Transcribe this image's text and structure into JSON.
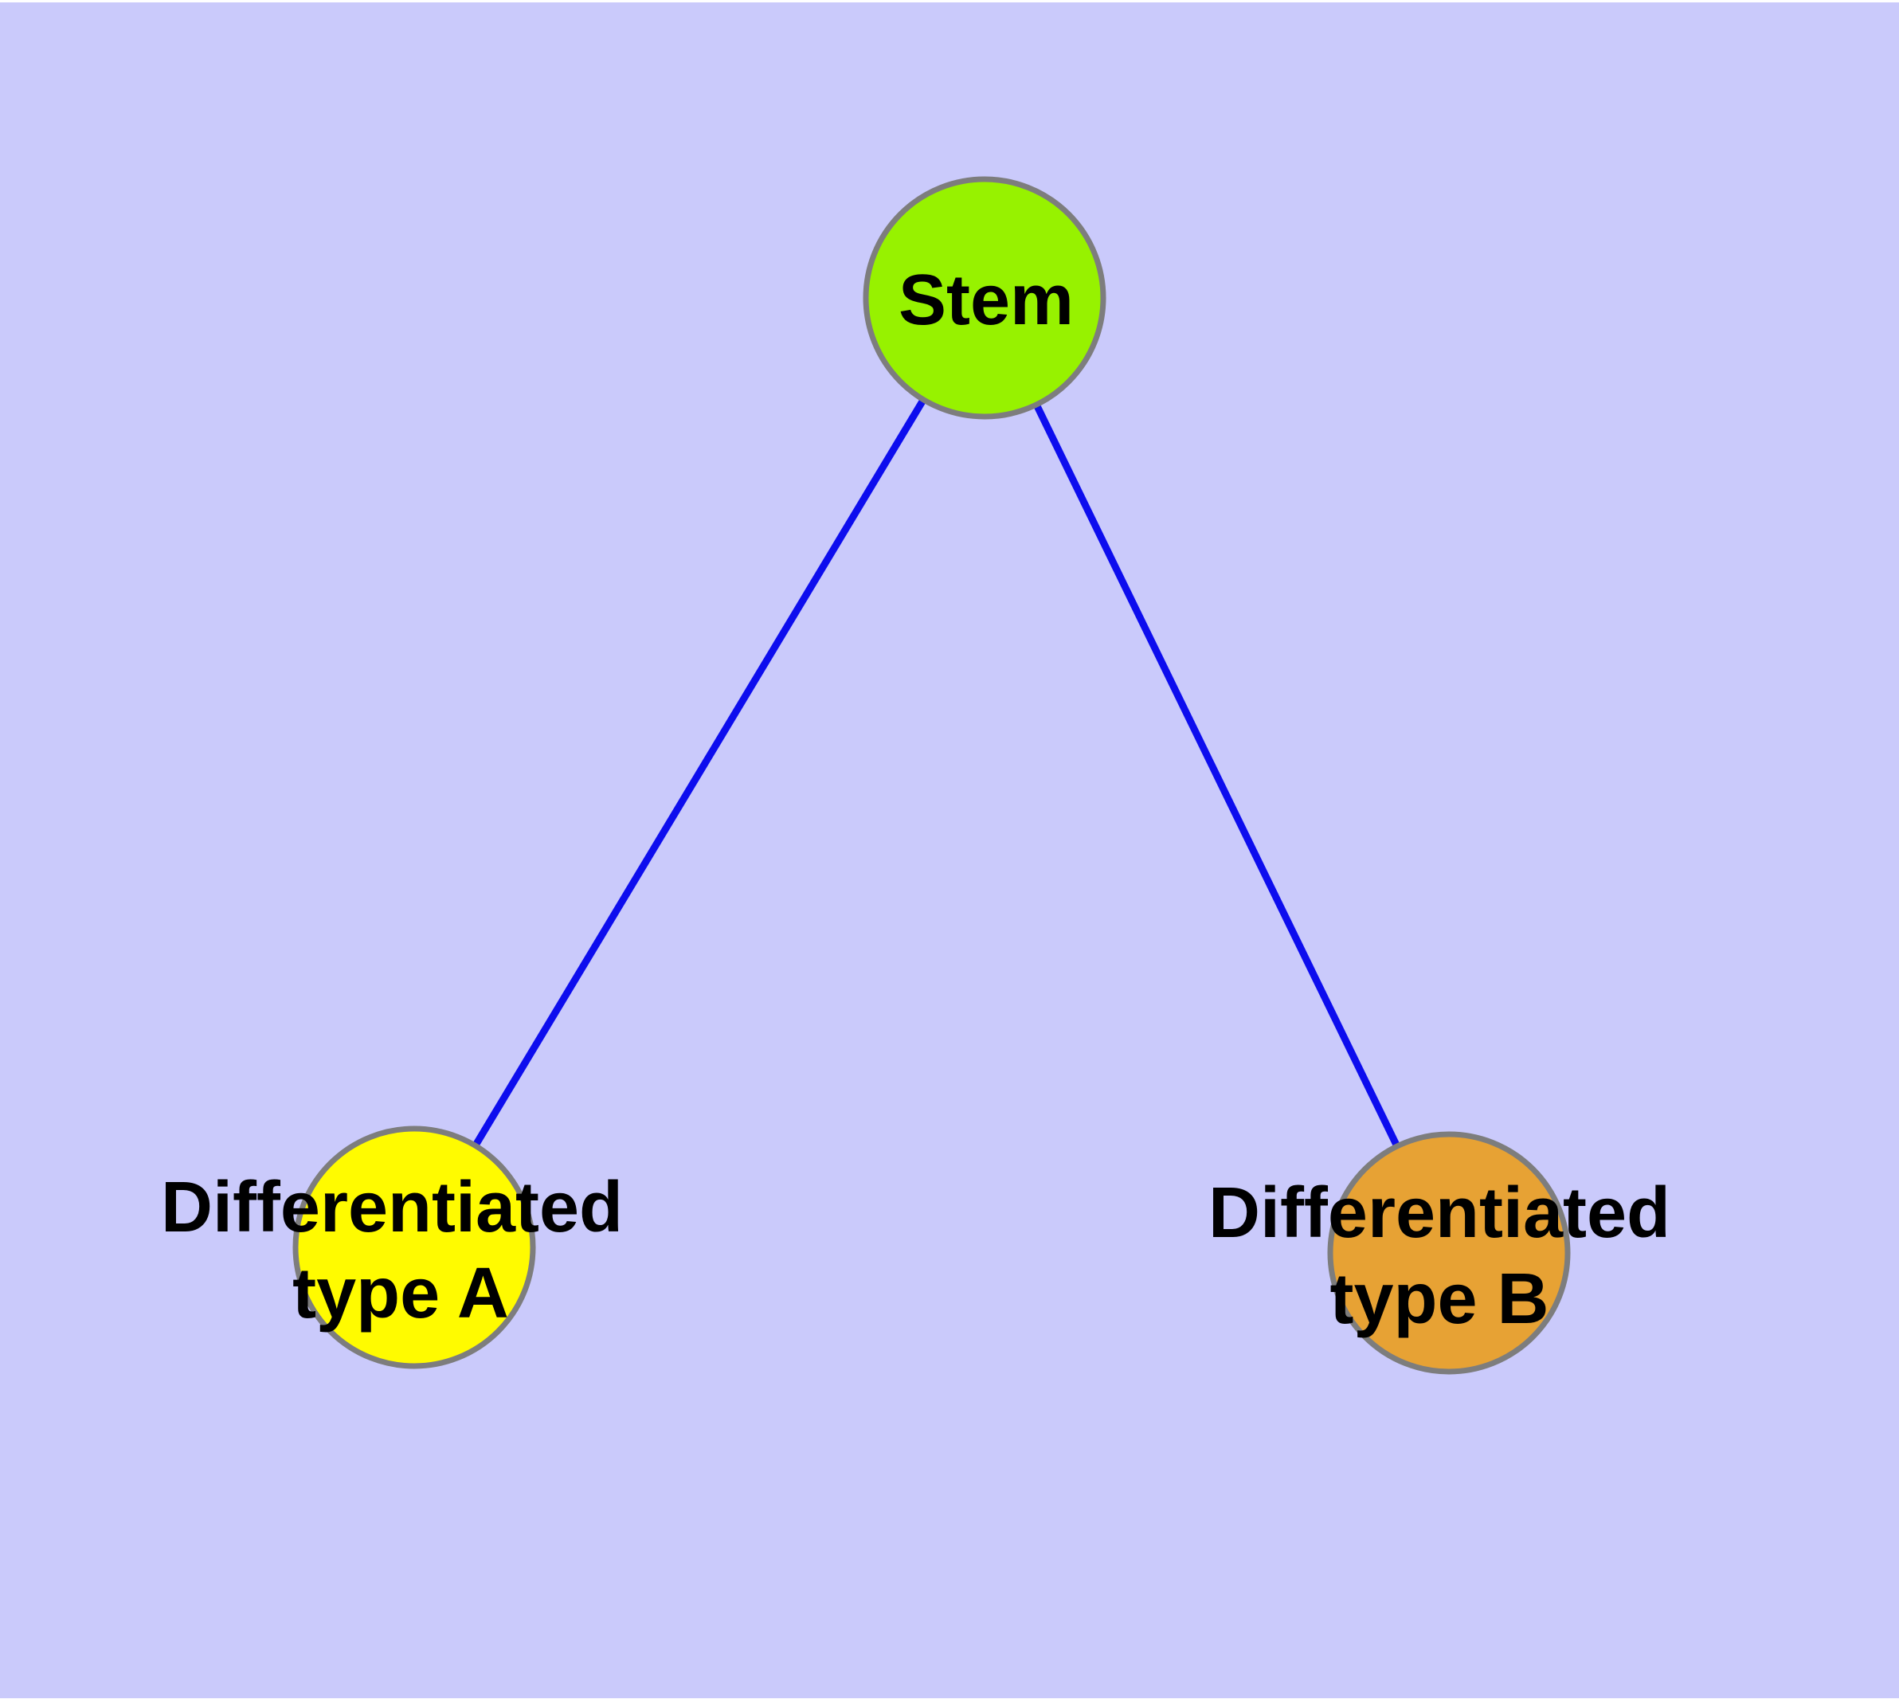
{
  "diagram": {
    "type": "node-link-graph",
    "background_color": "#CACAFB",
    "page_border_color": "#FFFFFF",
    "edge_color": "#0D0DEE",
    "node_border_color": "#7D7D7D",
    "label_color": "#000000",
    "nodes": [
      {
        "id": "stem",
        "label": "Stem",
        "line1": "Stem",
        "fill": "#97F200"
      },
      {
        "id": "differentiated-type-a",
        "label": "Differentiated type A",
        "line1": "Differentiated",
        "line2": "type A",
        "fill": "#FFFB00"
      },
      {
        "id": "differentiated-type-b",
        "label": "Differentiated type B",
        "line1": "Differentiated",
        "line2": "type B",
        "fill": "#E7A234"
      }
    ],
    "edges": [
      {
        "from": "Stem",
        "to": "Differentiated type A"
      },
      {
        "from": "Stem",
        "to": "Differentiated type B"
      }
    ]
  }
}
